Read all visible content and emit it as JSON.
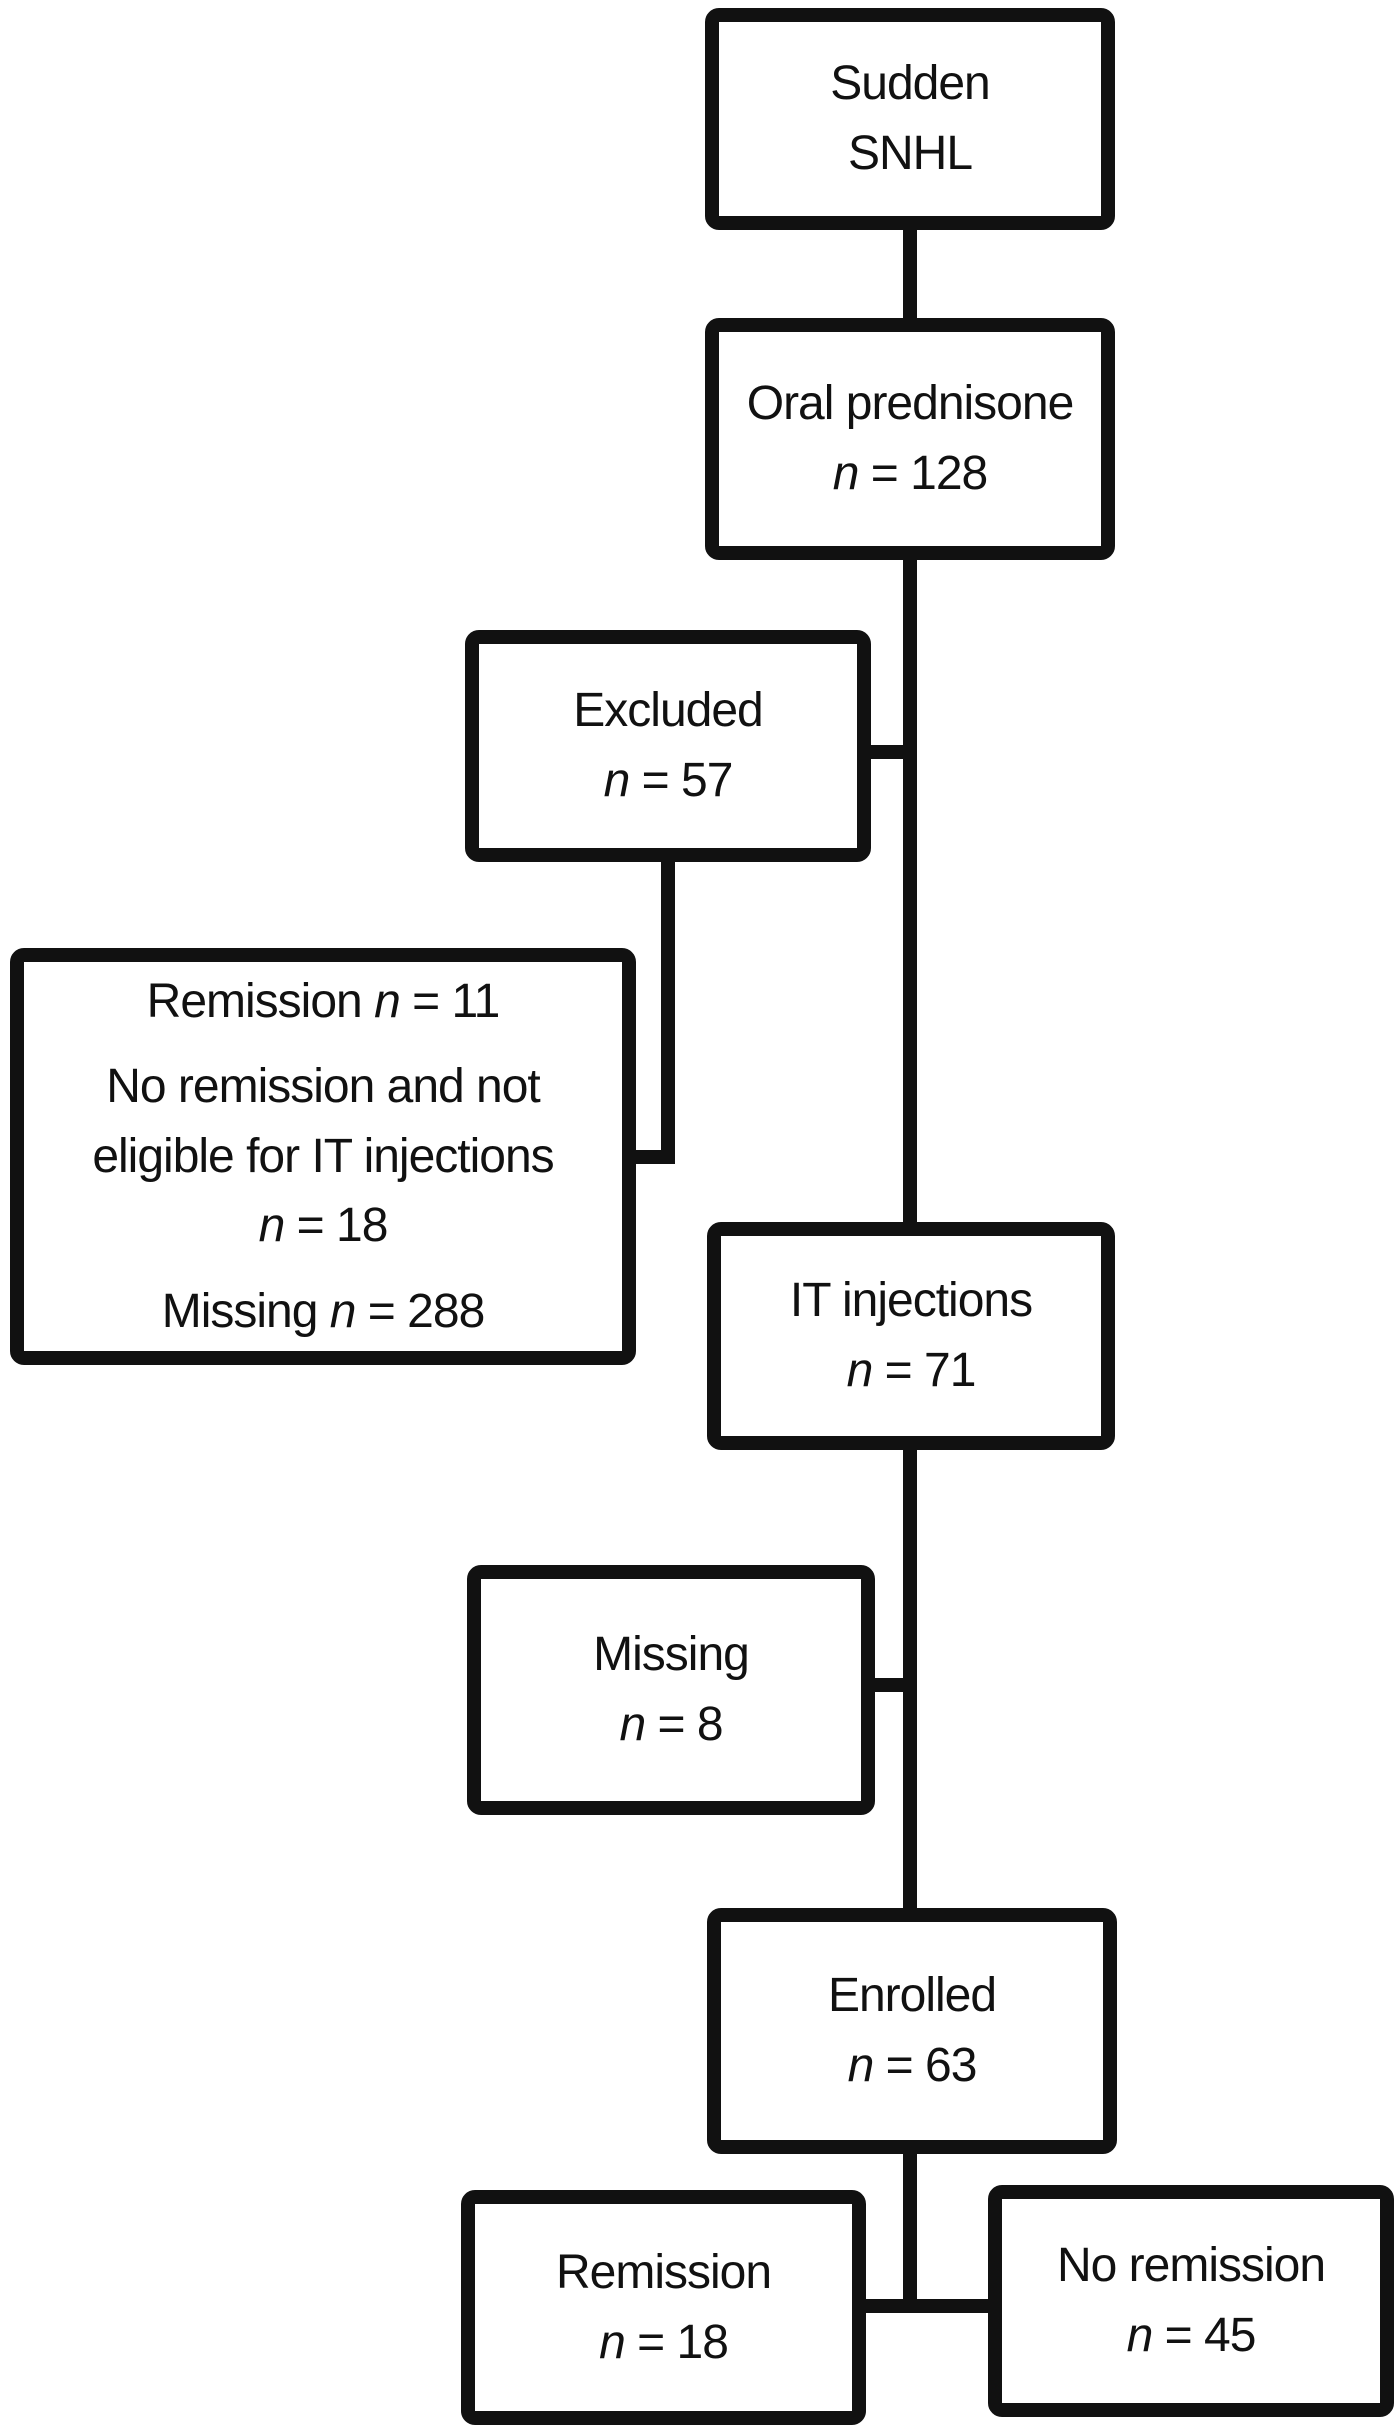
{
  "figure": {
    "type": "flowchart",
    "background_color": "#ffffff",
    "line_color": "#111111",
    "text_color": "#111111"
  },
  "boxes": {
    "sudden_snhl": {
      "lines": [
        "Sudden",
        "SNHL"
      ]
    },
    "oral_prednisone": {
      "lines": [
        "Oral prednisone",
        "n = 128"
      ]
    },
    "excluded": {
      "lines": [
        "Excluded",
        "n = 57"
      ]
    },
    "excluded_reasons": {
      "paragraphs": [
        {
          "lines": [
            "Remission n = 11"
          ]
        },
        {
          "lines": [
            "No remission and not",
            "eligible for IT injections",
            "n = 18"
          ]
        },
        {
          "lines": [
            "Missing n = 288"
          ]
        }
      ]
    },
    "it_injections": {
      "lines": [
        "IT injections",
        "n = 71"
      ]
    },
    "missing": {
      "lines": [
        "Missing",
        "n = 8"
      ]
    },
    "enrolled": {
      "lines": [
        "Enrolled",
        "n = 63"
      ]
    },
    "remission": {
      "lines": [
        "Remission",
        "n = 18"
      ]
    },
    "no_remission": {
      "lines": [
        "No remission",
        "n = 45"
      ]
    }
  }
}
